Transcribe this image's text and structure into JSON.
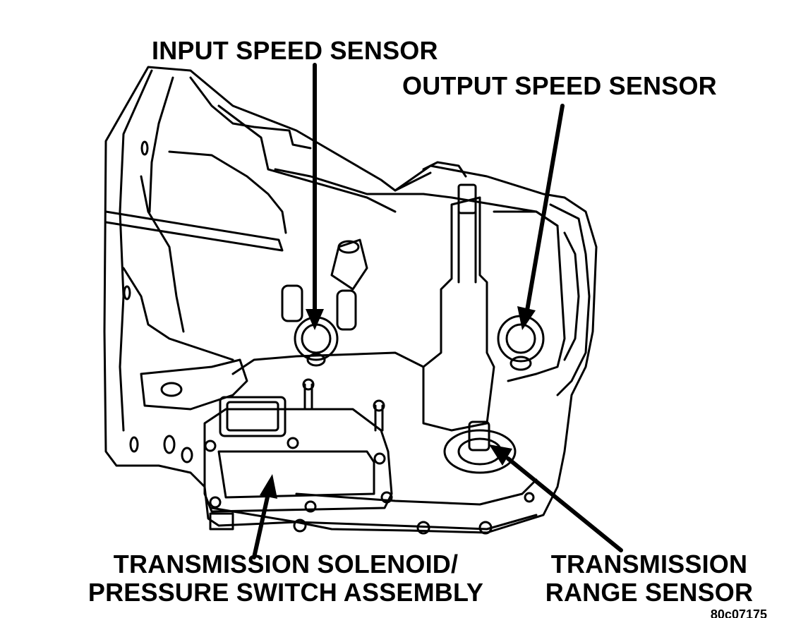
{
  "labels": {
    "input_speed_sensor": "INPUT SPEED SENSOR",
    "output_speed_sensor": "OUTPUT SPEED SENSOR",
    "solenoid_line1": "TRANSMISSION SOLENOID/",
    "solenoid_line2": "PRESSURE SWITCH ASSEMBLY",
    "range_line1": "TRANSMISSION",
    "range_line2": "RANGE SENSOR"
  },
  "figure_code": "80c07175",
  "colors": {
    "ink": "#000000",
    "body": "#ffffff",
    "shade": "#d9d9d9"
  }
}
